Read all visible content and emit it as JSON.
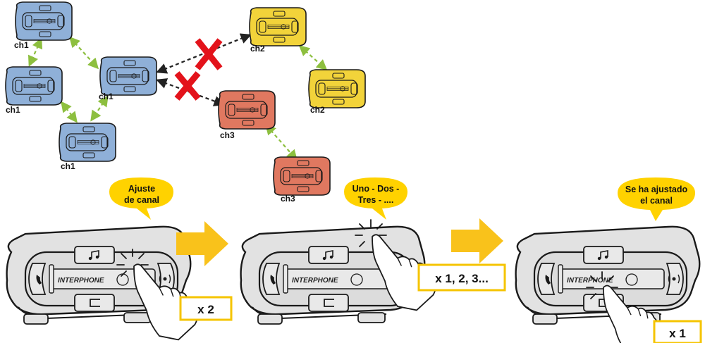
{
  "network": {
    "colors": {
      "ch1": "#8fb0d8",
      "ch2": "#f2d33a",
      "ch3": "#e07860",
      "link_ok": "#8dbf3f",
      "link_bad": "#222222",
      "cross": "#e3131b"
    },
    "units": [
      {
        "id": "u1",
        "label": "ch1",
        "channel": "ch1"
      },
      {
        "id": "u2",
        "label": "ch1",
        "channel": "ch1"
      },
      {
        "id": "u3",
        "label": "ch1",
        "channel": "ch1"
      },
      {
        "id": "u4",
        "label": "ch1",
        "channel": "ch1"
      },
      {
        "id": "u5",
        "label": "ch2",
        "channel": "ch2"
      },
      {
        "id": "u6",
        "label": "ch2",
        "channel": "ch2"
      },
      {
        "id": "u7",
        "label": "ch3",
        "channel": "ch3"
      },
      {
        "id": "u8",
        "label": "ch3",
        "channel": "ch3"
      }
    ]
  },
  "steps": [
    {
      "bubble_line1": "Ajuste",
      "bubble_line2": "de canal",
      "press_count": "x 2"
    },
    {
      "bubble_line1": "Uno - Dos -",
      "bubble_line2": "Tres - ....",
      "press_count": "x 1, 2, 3..."
    },
    {
      "bubble_line1": "Se ha ajustado",
      "bubble_line2": "el canal",
      "press_count": "x 1"
    }
  ],
  "device": {
    "brand": "INTERPHONE",
    "icons": [
      "music-note-icon",
      "phone-icon",
      "intercom-icon",
      "c-button-icon"
    ]
  },
  "colors": {
    "bubble": "#ffd200",
    "arrow": "#f9c21b",
    "box_border": "#f5c400",
    "device_body": "#e2e2e2",
    "outline": "#1a1a1a"
  }
}
